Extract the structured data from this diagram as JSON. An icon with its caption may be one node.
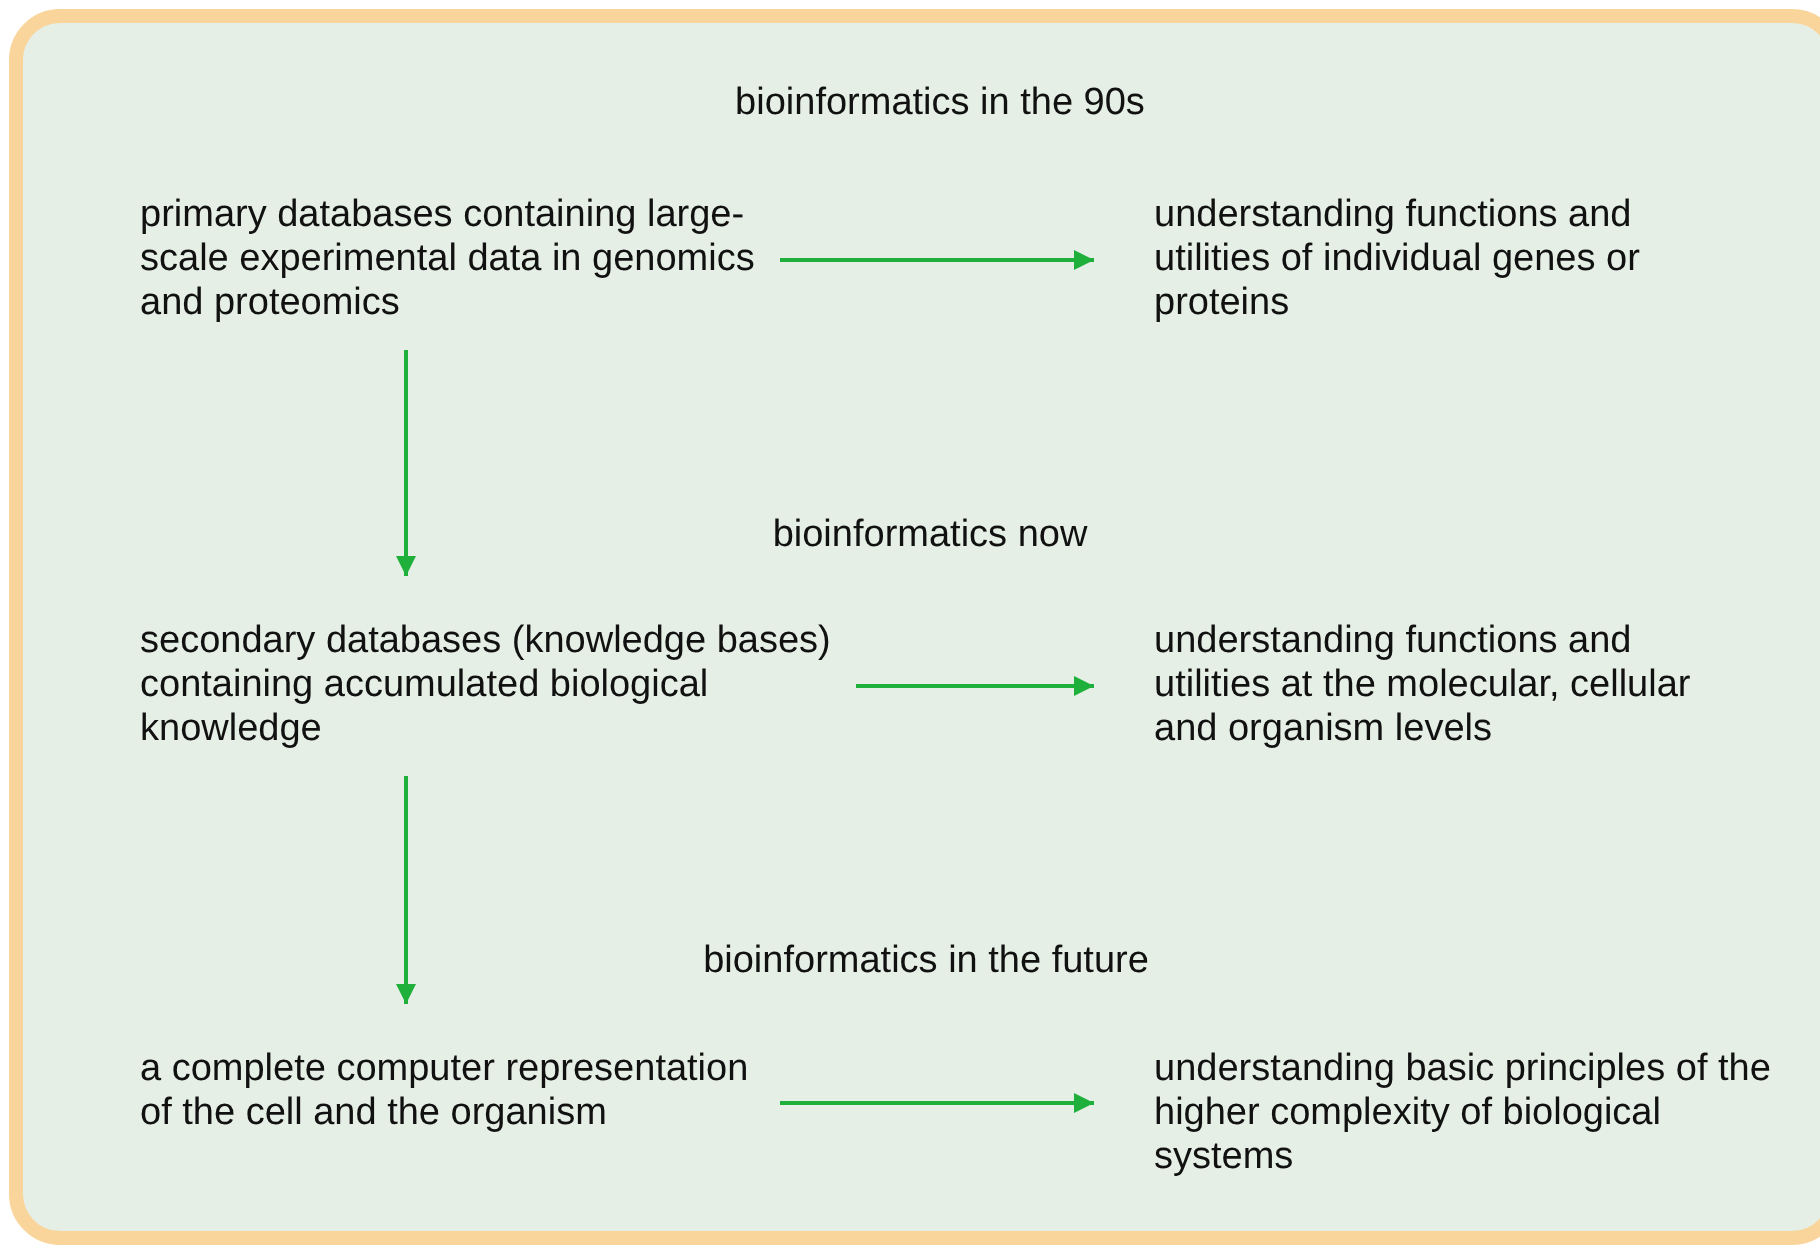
{
  "diagram": {
    "nodes": [
      {
        "text": [
          "primary databases containing large-scale experimental data in genomics and proteomics"
        ]
      },
      {
        "text": [
          "understanding functions and utilities of individual genes or proteins"
        ]
      },
      {
        "text": [
          "secondary databases (knowledge bases) containing accumulated biological knowledge"
        ]
      },
      {
        "text": [
          "understanding functions and utilities at the molecular, cellular and organism levels"
        ]
      },
      {
        "text": [
          "a complete computer representation of the cell and the organism"
        ]
      },
      {
        "text": [
          "understanding basic principles of the higher complexity of biological systems"
        ]
      }
    ],
    "edges": [
      {
        "from": 0,
        "to": 1,
        "arrow": "to"
      },
      {
        "from": 0,
        "to": 2,
        "arrow": "to"
      },
      {
        "from": 2,
        "to": 3,
        "arrow": "to"
      },
      {
        "from": 2,
        "to": 4,
        "arrow": "to"
      },
      {
        "from": 4,
        "to": 5,
        "arrow": "to"
      }
    ],
    "labels": [
      "bioinformatics in the 90s",
      "bioinformatics now",
      "bioinformatics in the future"
    ]
  }
}
